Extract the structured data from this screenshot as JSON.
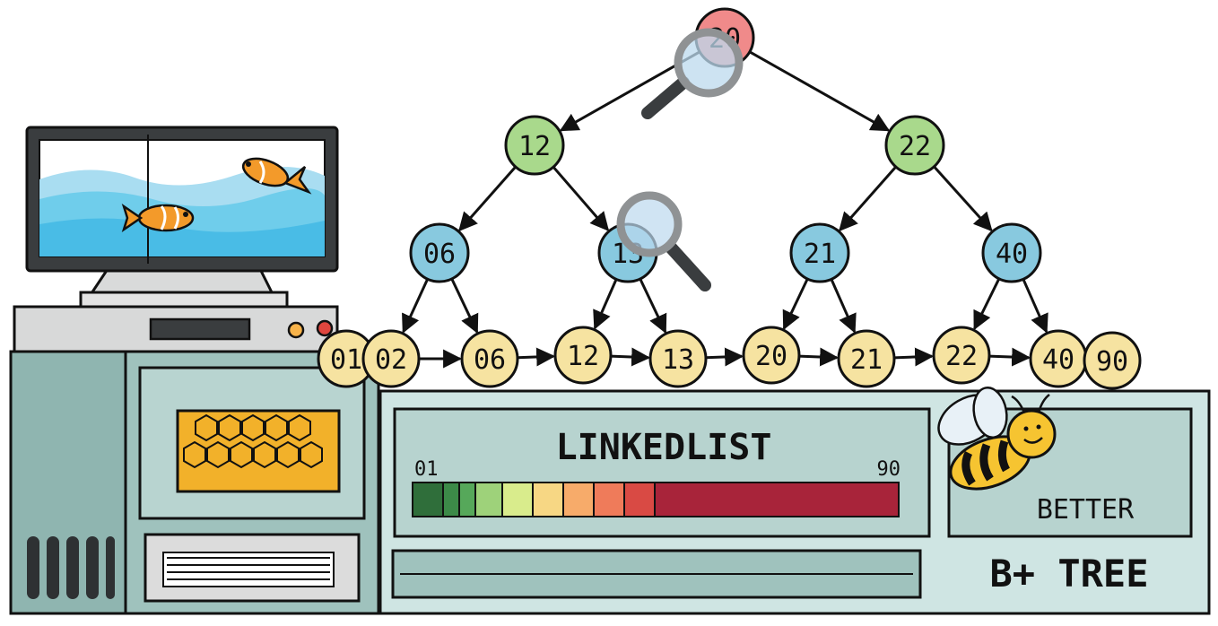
{
  "tree": {
    "root": "20",
    "level1": [
      "12",
      "22"
    ],
    "level2": [
      "06",
      "13",
      "21",
      "40"
    ],
    "leaves": [
      "01",
      "02",
      "06",
      "12",
      "13",
      "20",
      "21",
      "22",
      "40",
      "90"
    ]
  },
  "panel": {
    "linkedlist_label": "LINKEDLIST",
    "range_min": "01",
    "range_max": "90",
    "better_label": "BETTER",
    "bptree_label": "B+ TREE"
  },
  "colors": {
    "root": "#f08a8a",
    "level1": "#a9d98c",
    "level2": "#88c9df",
    "leaf": "#f6e3a1",
    "machine": "#9fc2bd",
    "machine_dark": "#6f9994",
    "panel_bg": "#cfe5e3",
    "honeycomb": "#f2b12a",
    "water": "#5ec6ec",
    "fish": "#f39a2a",
    "bee_body": "#f6c431"
  },
  "gradient_colors": [
    "#2f6e3a",
    "#3c8a48",
    "#56a85a",
    "#9ed27a",
    "#d9ec8c",
    "#f7d784",
    "#f7ab6a",
    "#ef7b5a",
    "#d94a44",
    "#a8243a"
  ]
}
